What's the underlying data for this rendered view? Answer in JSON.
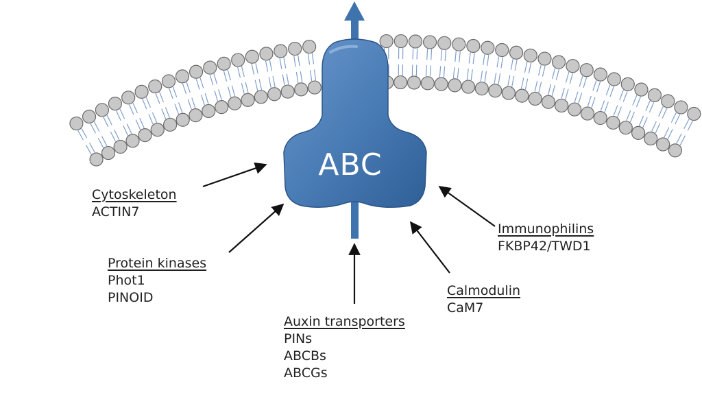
{
  "transporter": {
    "label": "ABC"
  },
  "groups": {
    "cytoskeleton": {
      "title": "Cytoskeleton",
      "items": [
        "ACTIN7"
      ]
    },
    "protein_kinases": {
      "title": "Protein kinases",
      "items": [
        "Phot1",
        "PINOID"
      ]
    },
    "auxin_transporters": {
      "title": "Auxin transporters",
      "items": [
        "PINs",
        "ABCBs",
        "ABCGs"
      ]
    },
    "calmodulin": {
      "title": "Calmodulin",
      "items": [
        "CaM7"
      ]
    },
    "immunophilins": {
      "title": "Immunophilins",
      "items": [
        "FKBP42/TWD1"
      ]
    }
  },
  "colors": {
    "protein": "#4a7cb5",
    "protein_dark": "#2f5f97",
    "lipid_head": "#c8c8c8",
    "lipid_outline": "#6a6a6a",
    "lipid_tail": "#7f9ec9",
    "arrow": "#111111"
  }
}
